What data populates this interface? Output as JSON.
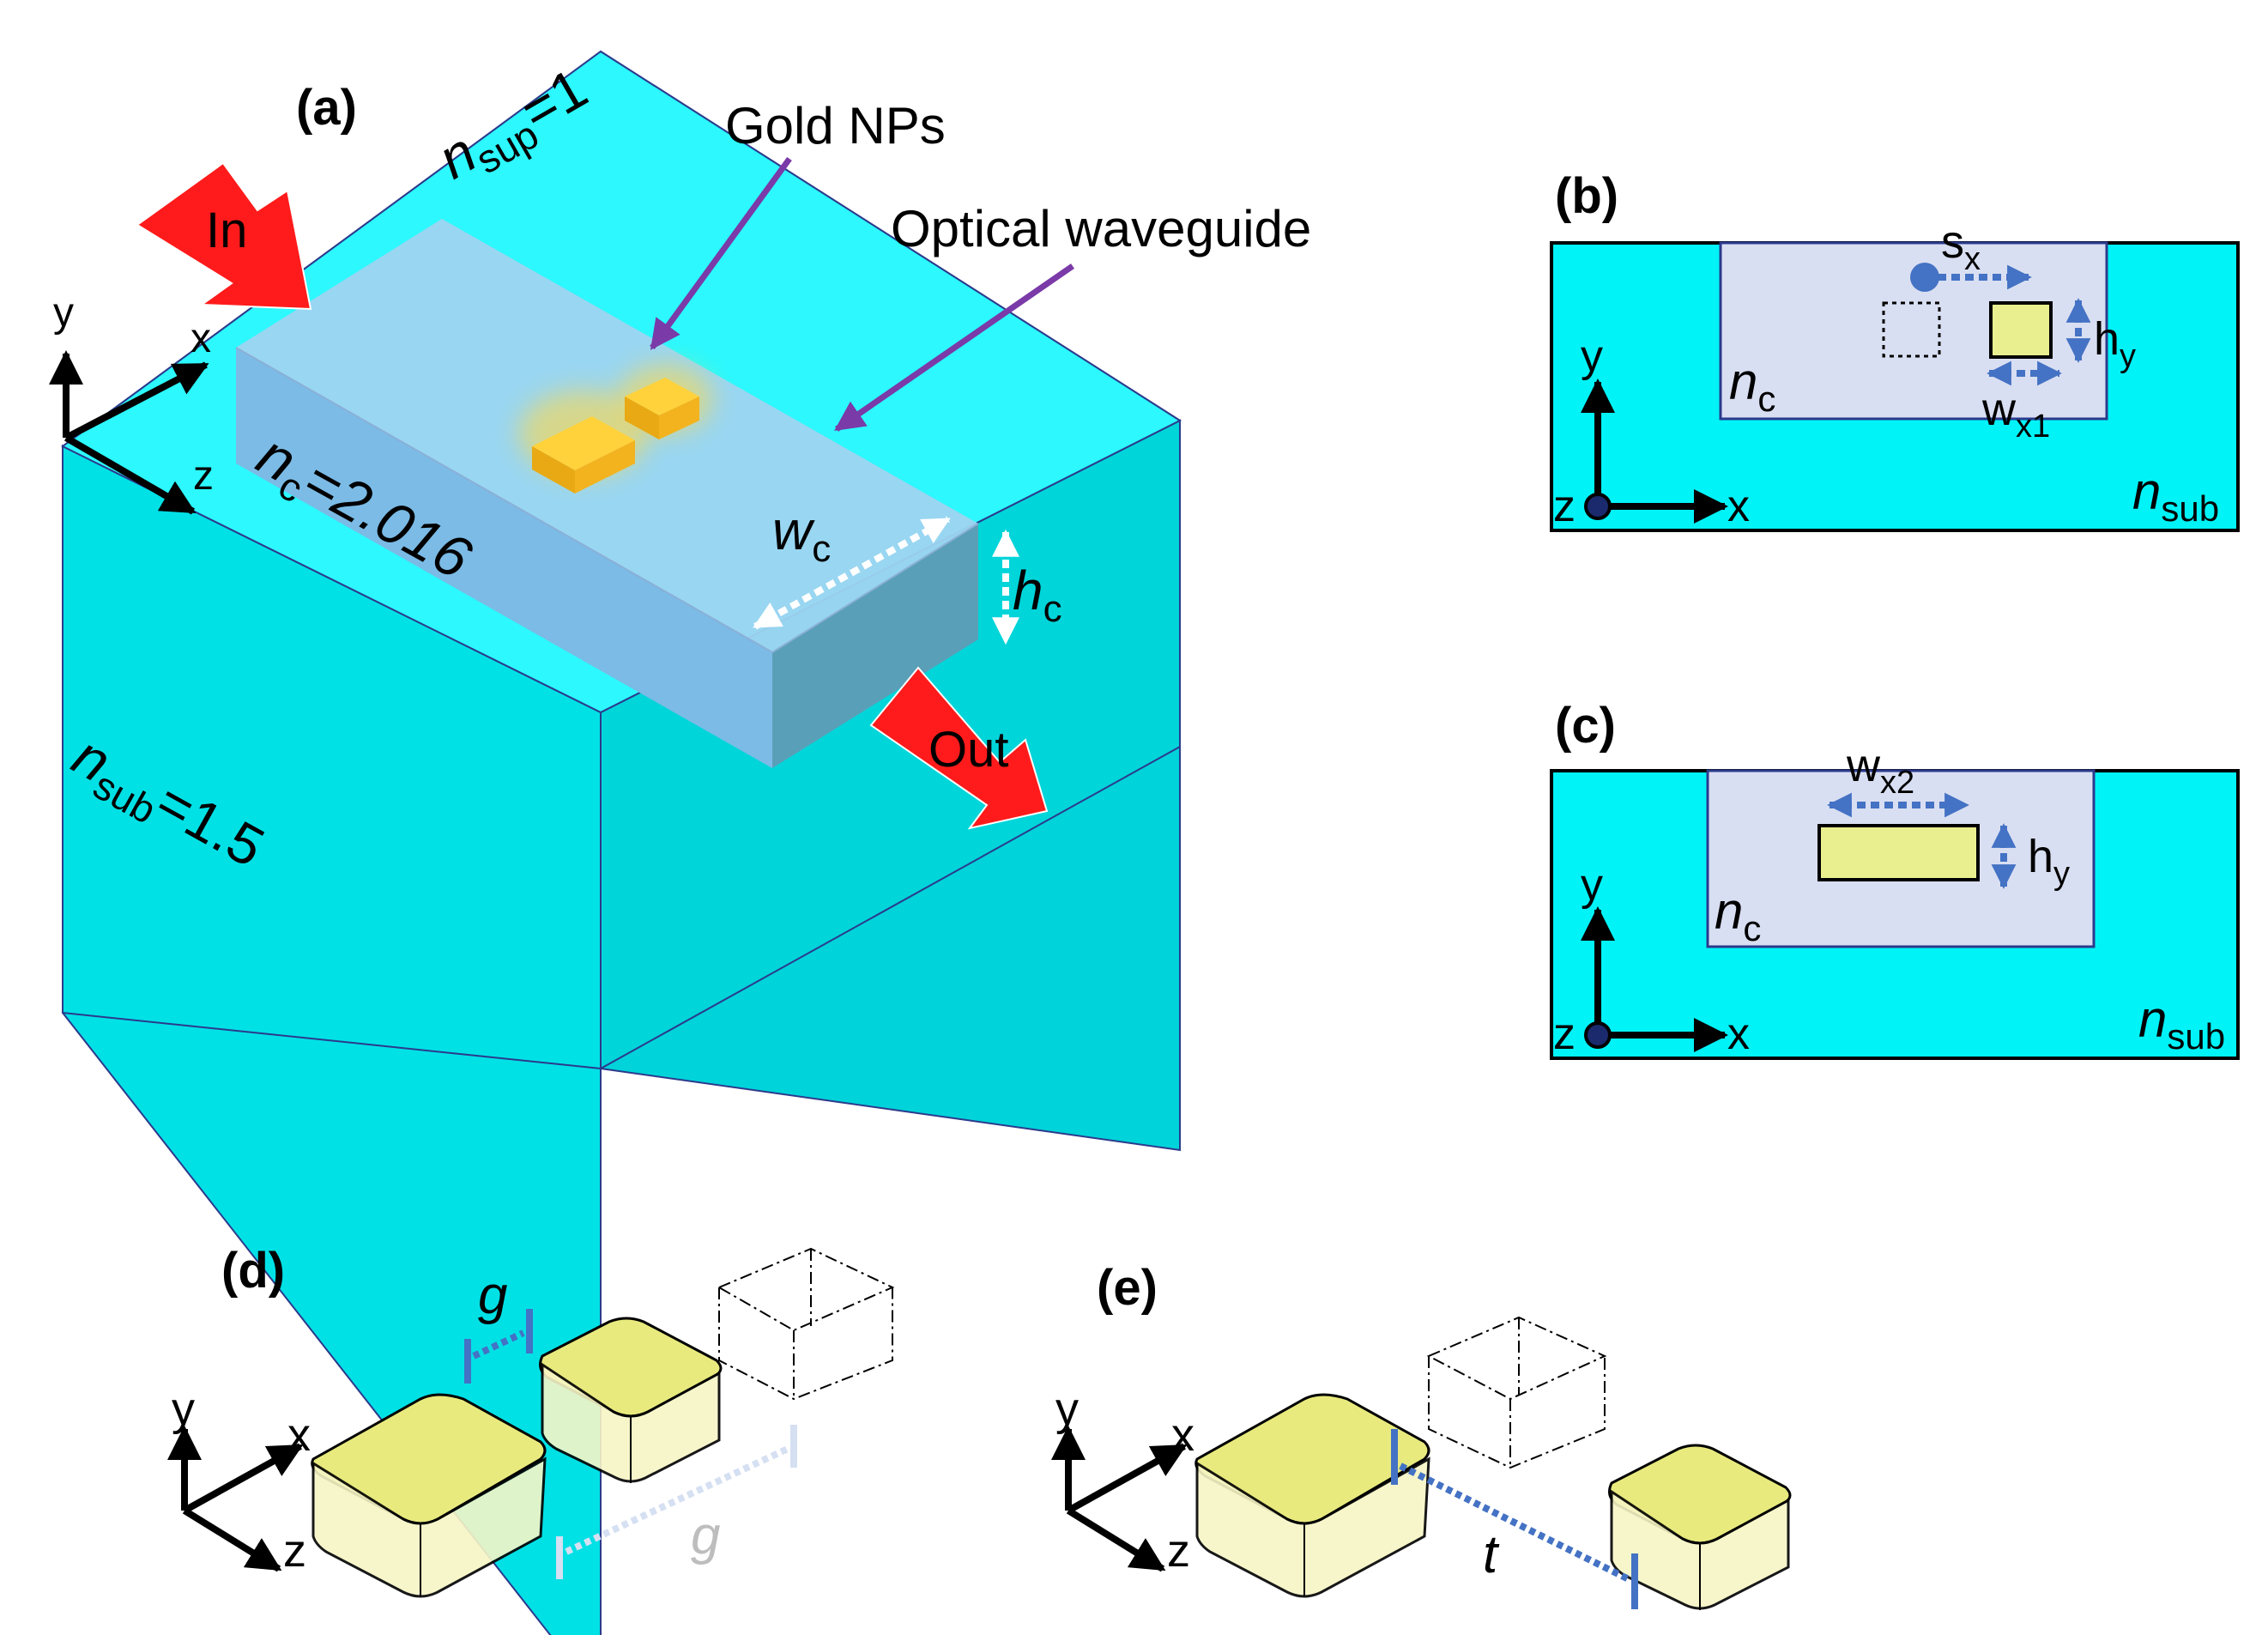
{
  "panels": {
    "a": {
      "label": "(a)",
      "n_sup": {
        "sym": "n",
        "sub": "sup",
        "val": "=1"
      },
      "gold_nps": "Gold NPs",
      "optical_waveguide": "Optical waveguide",
      "in_label": "In",
      "out_label": "Out",
      "n_c": {
        "sym": "n",
        "sub": "c",
        "val": "=2.016"
      },
      "w_c": {
        "sym": "w",
        "sub": "c"
      },
      "h_c": {
        "sym": "h",
        "sub": "c"
      },
      "n_sub": {
        "sym": "n",
        "sub": "sub",
        "val": "=1.5"
      },
      "axes": {
        "x": "x",
        "y": "y",
        "z": "z"
      }
    },
    "b": {
      "label": "(b)",
      "s": {
        "sym": "s",
        "sub": "x"
      },
      "h": {
        "sym": "h",
        "sub": "y"
      },
      "w": {
        "sym": "w",
        "sub": "x1"
      },
      "n_c": {
        "sym": "n",
        "sub": "c"
      },
      "n_sub": {
        "sym": "n",
        "sub": "sub"
      },
      "axes": {
        "x": "x",
        "y": "y",
        "z": "z"
      }
    },
    "c": {
      "label": "(c)",
      "w": {
        "sym": "w",
        "sub": "x2"
      },
      "h": {
        "sym": "h",
        "sub": "y"
      },
      "n_c": {
        "sym": "n",
        "sub": "c"
      },
      "n_sub": {
        "sym": "n",
        "sub": "sub"
      },
      "axes": {
        "x": "x",
        "y": "y",
        "z": "z"
      }
    },
    "d": {
      "label": "(d)",
      "g_top": "g",
      "g_bottom": "g",
      "axes": {
        "x": "x",
        "y": "y",
        "z": "z"
      }
    },
    "e": {
      "label": "(e)",
      "t": "t",
      "axes": {
        "x": "x",
        "y": "y",
        "z": "z"
      }
    }
  },
  "colors": {
    "substrate": "#00e1e6",
    "substrate_top": "#2cf8fd",
    "waveguide": "#8ec8ec",
    "core_panel": "#d9dff2",
    "gold": "#f6c12a",
    "np_yellow": "#e9ee8f",
    "arrow_red": "#ff1b1b",
    "pointer_purple": "#7a3aa8",
    "dim_blue": "#4472c4"
  }
}
